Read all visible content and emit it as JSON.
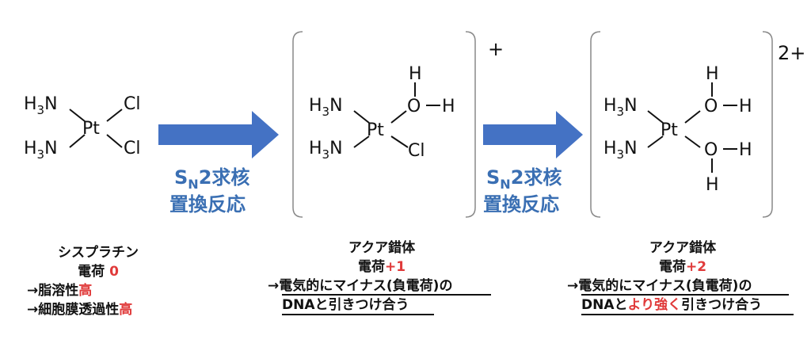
{
  "colors": {
    "arrow": "#4472c4",
    "label": "#3a6fb3",
    "highlight": "#e03a3a",
    "text": "#111111"
  },
  "molecules": {
    "cisplatin": {
      "h3n_top": "H",
      "h3n_top_sub": "3",
      "h3n_top_n": "N",
      "h3n_bot": "H",
      "h3n_bot_sub": "3",
      "h3n_bot_n": "N",
      "center": "Pt",
      "cl_top": "Cl",
      "cl_bot": "Cl"
    },
    "aqua1": {
      "h3n_top": "H",
      "h3n_top_sub": "3",
      "h3n_top_n": "N",
      "h3n_bot": "H",
      "h3n_bot_sub": "3",
      "h3n_bot_n": "N",
      "center": "Pt",
      "o": "O",
      "h_up": "H",
      "h_right": "H",
      "cl": "Cl",
      "charge": "+"
    },
    "aqua2": {
      "h3n_top": "H",
      "h3n_top_sub": "3",
      "h3n_top_n": "N",
      "h3n_bot": "H",
      "h3n_bot_sub": "3",
      "h3n_bot_n": "N",
      "center": "Pt",
      "o_top": "O",
      "h_up": "H",
      "h_top_right": "H",
      "o_bot": "O",
      "h_down": "H",
      "h_bot_right": "H",
      "charge": "2+"
    }
  },
  "arrows": [
    {
      "label_s": "S",
      "label_sub": "N",
      "label_rest": "2求核",
      "label_line2": "置換反応"
    },
    {
      "label_s": "S",
      "label_sub": "N",
      "label_rest": "2求核",
      "label_line2": "置換反応"
    }
  ],
  "captions": {
    "cisplatin": {
      "name": "シスプラチン",
      "charge_label": "電荷",
      "charge_value": "0",
      "line1_prefix": "→脂溶性",
      "line1_highlight": "高",
      "line2_prefix": "→細胞膜透過性",
      "line2_highlight": "高"
    },
    "aqua1": {
      "name": "アクア錯体",
      "charge_label": "電荷",
      "charge_value": "+1",
      "line1": "→電気的にマイナス(負電荷)の",
      "line2": "DNAと引きつけ合う"
    },
    "aqua2": {
      "name": "アクア錯体",
      "charge_label": "電荷",
      "charge_value": "+2",
      "line1": "→電気的にマイナス(負電荷)の",
      "line2_prefix": "DNAと",
      "line2_highlight": "より強く",
      "line2_suffix": "引きつけ合う"
    }
  }
}
